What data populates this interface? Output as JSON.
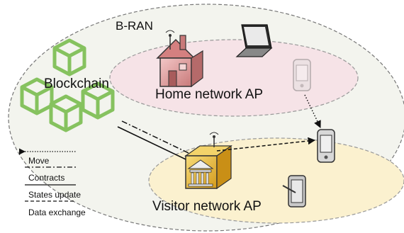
{
  "diagram": {
    "bran_label": "B-RAN",
    "blockchain_label": "Blockchain",
    "home_label": "Home network AP",
    "visitor_label": "Visitor network AP",
    "legend": [
      {
        "label": "Move",
        "style": "dotted"
      },
      {
        "label": "Contracts",
        "style": "dash-dot"
      },
      {
        "label": "States update",
        "style": "solid"
      },
      {
        "label": "Data exchange",
        "style": "dashed"
      }
    ],
    "colors": {
      "outer_ellipse": "#f3f4ee",
      "home_ellipse": "#f6e3e7",
      "visitor_ellipse": "#fbf1cf",
      "blockchain_green": "#7fbf5a",
      "house_red": "#d98d8d",
      "building_gold": "#e8b830"
    }
  }
}
